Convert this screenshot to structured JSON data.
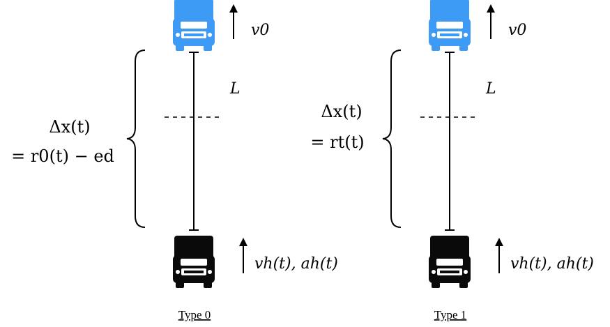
{
  "diagram": {
    "panels": [
      {
        "caption": "Type 0",
        "lead_vehicle_color": "#3d9bf5",
        "ego_vehicle_color": "#0a0a0a",
        "lead_velocity_label": "v0",
        "ego_velocity_label": "vh(t), ah(t)",
        "distance_label": "L",
        "gap_line1": "Δx(t)",
        "gap_line2": "= r0(t) − ed"
      },
      {
        "caption": "Type 1",
        "lead_vehicle_color": "#3d9bf5",
        "ego_vehicle_color": "#0a0a0a",
        "lead_velocity_label": "v0",
        "ego_velocity_label": "vh(t), ah(t)",
        "distance_label": "L",
        "gap_line1": "Δx(t)",
        "gap_line2": "= rt(t)"
      }
    ]
  }
}
